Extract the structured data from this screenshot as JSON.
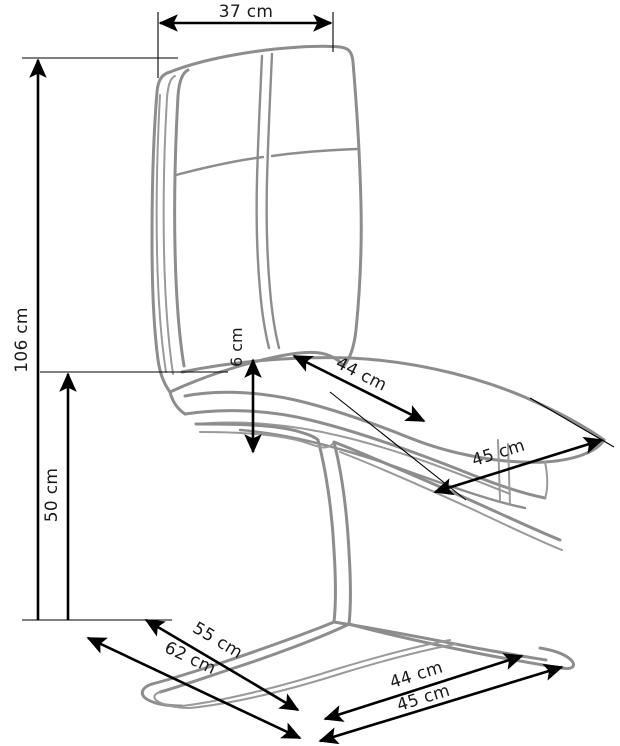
{
  "drawing": {
    "title": "Chair technical dimension drawing",
    "units": "cm",
    "subject": "upholstered cantilever dining chair",
    "colors": {
      "background": "#ffffff",
      "furniture_outline": "#8d8d8d",
      "dimension_line": "#000000",
      "label_text": "#1a1a1a"
    }
  },
  "dimensions": {
    "backrest_width": {
      "label": "37 cm",
      "value": 37,
      "unit": "cm",
      "orientation": "horizontal",
      "description": "backrest top width"
    },
    "total_height": {
      "label": "106 cm",
      "value": 106,
      "unit": "cm",
      "orientation": "vertical",
      "description": "overall chair height"
    },
    "seat_height": {
      "label": "50 cm",
      "value": 50,
      "unit": "cm",
      "orientation": "vertical",
      "description": "seat height from floor"
    },
    "seat_thickness": {
      "label": "6 cm",
      "value": 6,
      "unit": "cm",
      "orientation": "vertical",
      "description": "seat cushion thickness"
    },
    "seat_depth": {
      "label": "44 cm",
      "value": 44,
      "unit": "cm",
      "orientation": "diagonal",
      "description": "seat depth"
    },
    "seat_width": {
      "label": "45 cm",
      "value": 45,
      "unit": "cm",
      "orientation": "diagonal",
      "description": "seat width"
    },
    "base_depth_outer": {
      "label": "62 cm",
      "value": 62,
      "unit": "cm",
      "orientation": "diagonal",
      "description": "overall base depth"
    },
    "base_depth_inner": {
      "label": "55 cm",
      "value": 55,
      "unit": "cm",
      "orientation": "diagonal",
      "description": "base frame depth"
    },
    "base_width_inner": {
      "label": "44 cm",
      "value": 44,
      "unit": "cm",
      "orientation": "diagonal",
      "description": "base frame width"
    },
    "base_width_outer": {
      "label": "45 cm",
      "value": 45,
      "unit": "cm",
      "orientation": "diagonal",
      "description": "overall base width"
    }
  }
}
